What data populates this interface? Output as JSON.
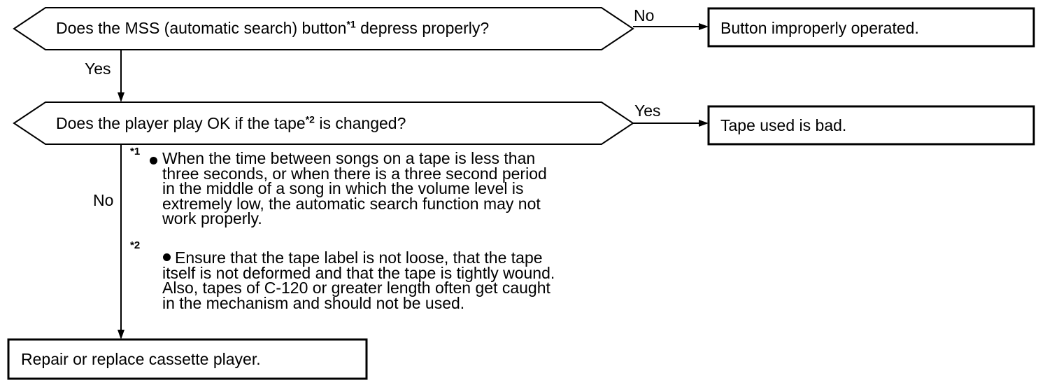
{
  "decision1": {
    "question": "Does the MSS (automatic search) button",
    "question_mark": "*1",
    "question_end": "depress properly?",
    "no_label": "No",
    "yes_label": "Yes",
    "result_no": "Button improperly operated."
  },
  "decision2": {
    "question": "Does the player play OK if the tape",
    "question_mark": "*2",
    "question_end": "is changed?",
    "yes_label": "Yes",
    "no_label": "No",
    "result_yes": "Tape used is bad."
  },
  "final": {
    "label": "Repair or replace cassette player."
  },
  "notes": [
    {
      "mark": "*1",
      "lines": [
        "When the time between songs on a tape is less than",
        "three seconds, or when there is a three second period",
        "in the middle of a song in which the volume level is",
        "extremely low, the automatic search function may not",
        "work properly."
      ]
    },
    {
      "mark": "*2",
      "lines": [
        "Ensure that the tape label is not loose, that the tape",
        "itself is not deformed and that the tape is tightly wound.",
        "Also, tapes of C-120 or greater length often get caught",
        "in the mechanism and should not be used."
      ]
    }
  ]
}
